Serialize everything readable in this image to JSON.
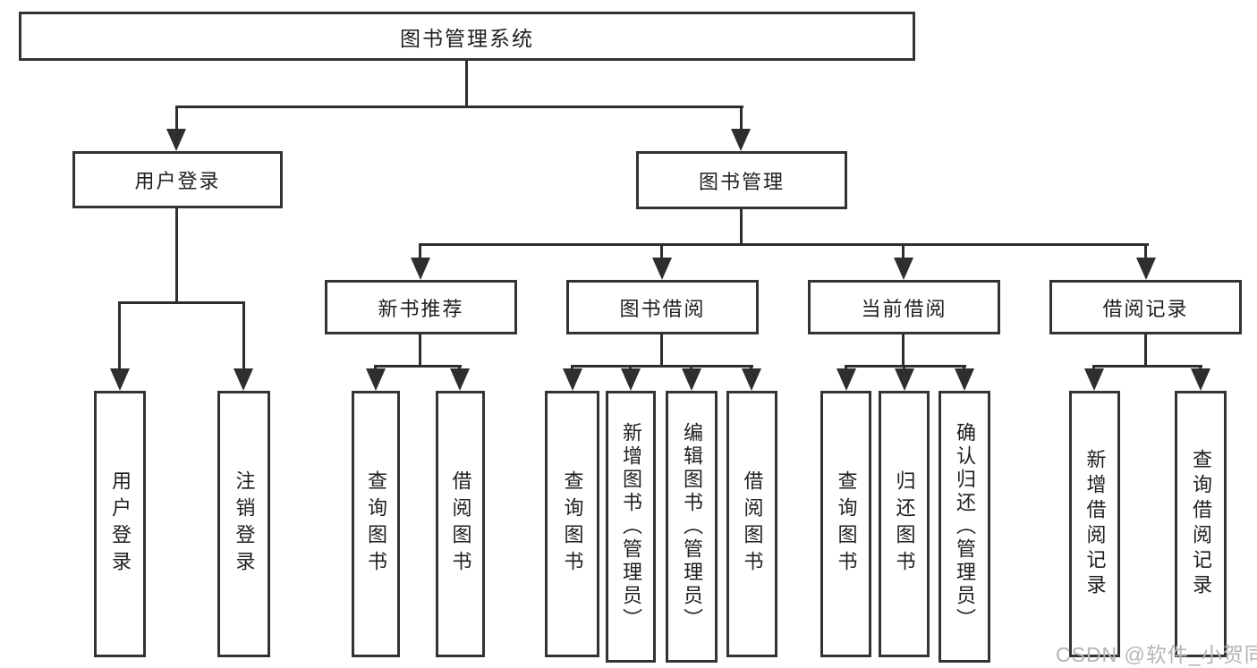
{
  "tree": {
    "label": "图书管理系统",
    "children": [
      {
        "label": "用户登录",
        "children": [
          {
            "label": "用户登录"
          },
          {
            "label": "注销登录"
          }
        ]
      },
      {
        "label": "图书管理",
        "children": [
          {
            "label": "新书推荐",
            "children": [
              {
                "label": "查询图书"
              },
              {
                "label": "借阅图书"
              }
            ]
          },
          {
            "label": "图书借阅",
            "children": [
              {
                "label": "查询图书"
              },
              {
                "label": "新增图书（管理员）"
              },
              {
                "label": "编辑图书（管理员）"
              },
              {
                "label": "借阅图书"
              }
            ]
          },
          {
            "label": "当前借阅",
            "children": [
              {
                "label": "查询图书"
              },
              {
                "label": "归还图书"
              },
              {
                "label": "确认归还（管理员）"
              }
            ]
          },
          {
            "label": "借阅记录",
            "children": [
              {
                "label": "新增借阅记录"
              },
              {
                "label": "查询借阅记录"
              }
            ]
          }
        ]
      }
    ]
  },
  "watermark": {
    "text": "CSDN @软件_小贺同学"
  },
  "colors": {
    "line": "#2e2e2e",
    "border": "#333333",
    "text": "#1f1f1f",
    "background": "#ffffff",
    "watermark": "#b5b5b5"
  }
}
